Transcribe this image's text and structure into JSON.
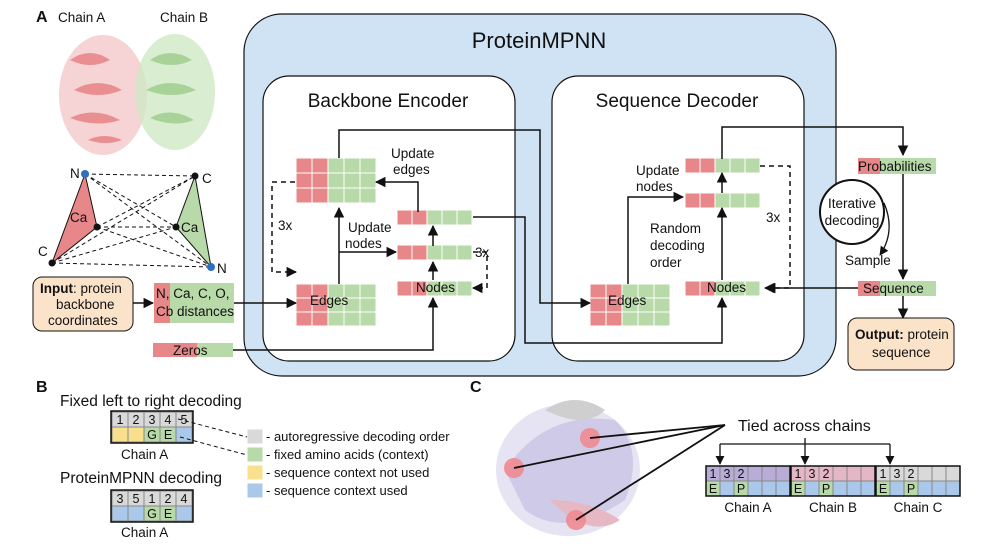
{
  "panels": {
    "a": "A",
    "b": "B",
    "c": "C"
  },
  "structure": {
    "chain_a": "Chain A",
    "chain_b": "Chain B"
  },
  "triangle": {
    "n_left": "N",
    "c_left": "C",
    "ca_left": "Ca",
    "c_right": "C",
    "n_right": "N",
    "ca_right": "Ca"
  },
  "input": {
    "bold": "Input",
    "rest1": ": protein",
    "line2": "backbone",
    "line3": "coordinates"
  },
  "distances": {
    "line1": "N, Ca, C, O,",
    "line2": "Cb distances"
  },
  "zeros": "Zeros",
  "mpnn": {
    "title": "ProteinMPNN",
    "encoder": {
      "title": "Backbone Encoder",
      "edges": "Edges",
      "nodes": "Nodes",
      "update_edges_1": "Update",
      "update_edges_2": "edges",
      "update_nodes_1": "Update",
      "update_nodes_2": "nodes",
      "repeat_left": "3x",
      "repeat_right": "3x"
    },
    "decoder": {
      "title": "Sequence Decoder",
      "edges": "Edges",
      "nodes": "Nodes",
      "update_nodes_1": "Update",
      "update_nodes_2": "nodes",
      "random_1": "Random",
      "random_2": "decoding",
      "random_3": "order",
      "repeat": "3x"
    }
  },
  "right": {
    "probabilities": "Probabilities",
    "iterative_1": "Iterative",
    "iterative_2": "decoding",
    "sample": "Sample",
    "sequence": "Sequence",
    "output_bold": "Output:",
    "output_rest": " protein",
    "output_line2": "sequence"
  },
  "panel_b": {
    "fixed_title": "Fixed left to right decoding",
    "fixed_order": [
      "1",
      "2",
      "3",
      "4",
      "5"
    ],
    "fixed_aa": [
      "",
      "",
      "G",
      "E",
      ""
    ],
    "mpnn_title": "ProteinMPNN decoding",
    "mpnn_order": [
      "3",
      "5",
      "1",
      "2",
      "4"
    ],
    "mpnn_aa": [
      "",
      "",
      "G",
      "E",
      ""
    ],
    "chain_label_1": "Chain A",
    "chain_label_2": "Chain A",
    "legend": [
      {
        "text": "- autoregressive decoding order",
        "color": "#d9d9d9"
      },
      {
        "text": "- fixed amino acids (context)",
        "color": "#b8d9a8"
      },
      {
        "text": "- sequence context not used",
        "color": "#f9e08f"
      },
      {
        "text": "- sequence context used",
        "color": "#a9c8ea"
      }
    ]
  },
  "panel_c": {
    "tied": "Tied across chains",
    "chains": [
      {
        "label": "Chain A",
        "order": [
          "1",
          "3",
          "2"
        ],
        "aa": [
          "E",
          "",
          "P"
        ]
      },
      {
        "label": "Chain B",
        "order": [
          "1",
          "3",
          "2"
        ],
        "aa": [
          "E",
          "",
          "P"
        ]
      },
      {
        "label": "Chain C",
        "order": [
          "1",
          "3",
          "2"
        ],
        "aa": [
          "E",
          "",
          "P"
        ]
      }
    ]
  },
  "colors": {
    "red": "#e8878a",
    "green": "#b8d9a8",
    "blue_panel": "#cfe3f4",
    "peach": "#fbe3c9",
    "gray": "#d9d9d9",
    "yellow": "#f9e08f",
    "light_blue": "#a9c8ea",
    "purple": "#b9acd6"
  }
}
